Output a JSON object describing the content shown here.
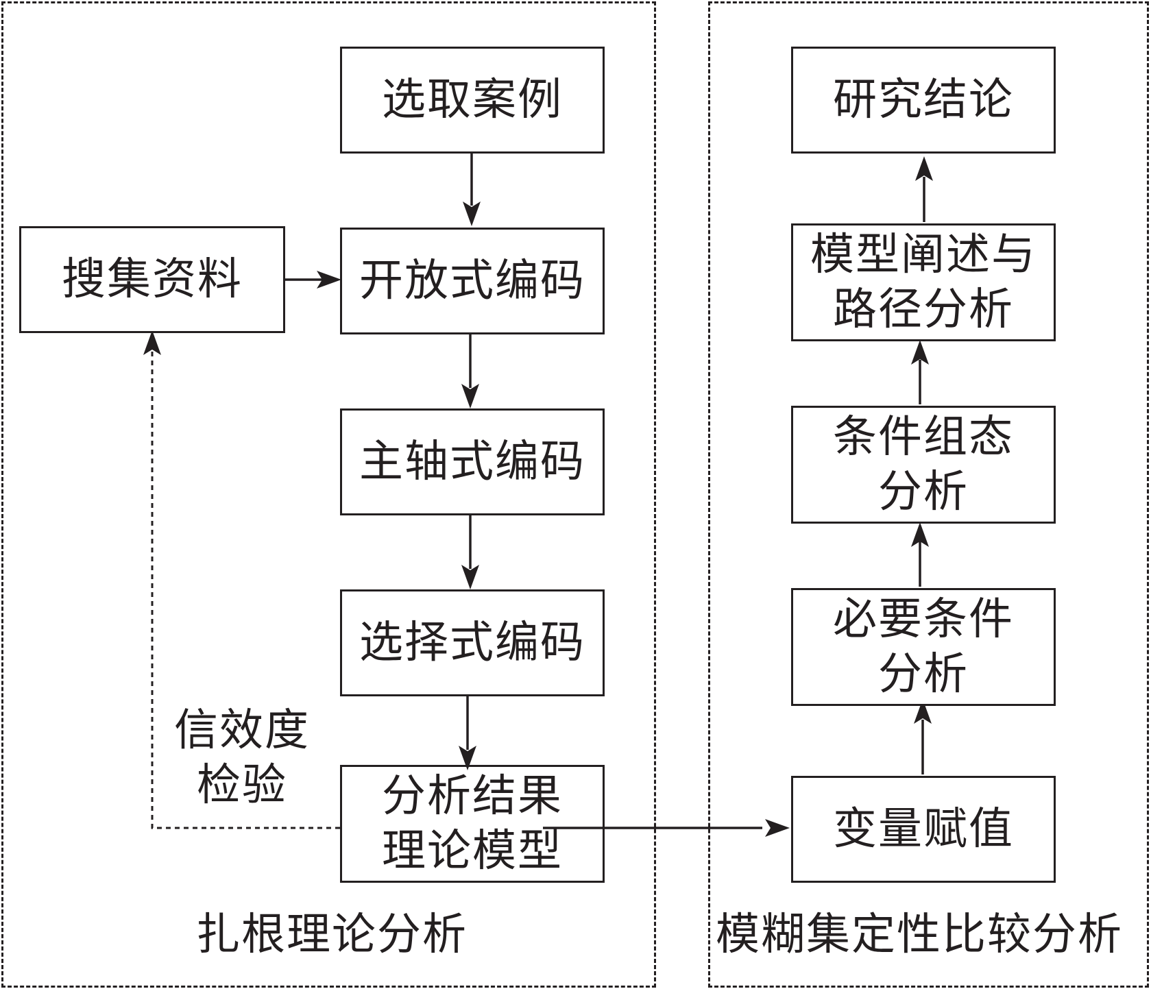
{
  "regions": {
    "grounded": "扎根理论分析",
    "fsqca": "模糊集定性比较分析"
  },
  "boxes": {
    "select_case": "选取案例",
    "collect_data": "搜集资料",
    "open_coding": "开放式编码",
    "axial_coding": "主轴式编码",
    "selective_coding": "选择式编码",
    "result_model": "分析结果\n理论模型",
    "variable_assignment": "变量赋值",
    "necessary_condition": "必要条件\n分析",
    "configuration": "条件组态\n分析",
    "model_path": "模型阐述与\n路径分析",
    "conclusion": "研究结论"
  },
  "feedback_label": "信效度\n检验"
}
